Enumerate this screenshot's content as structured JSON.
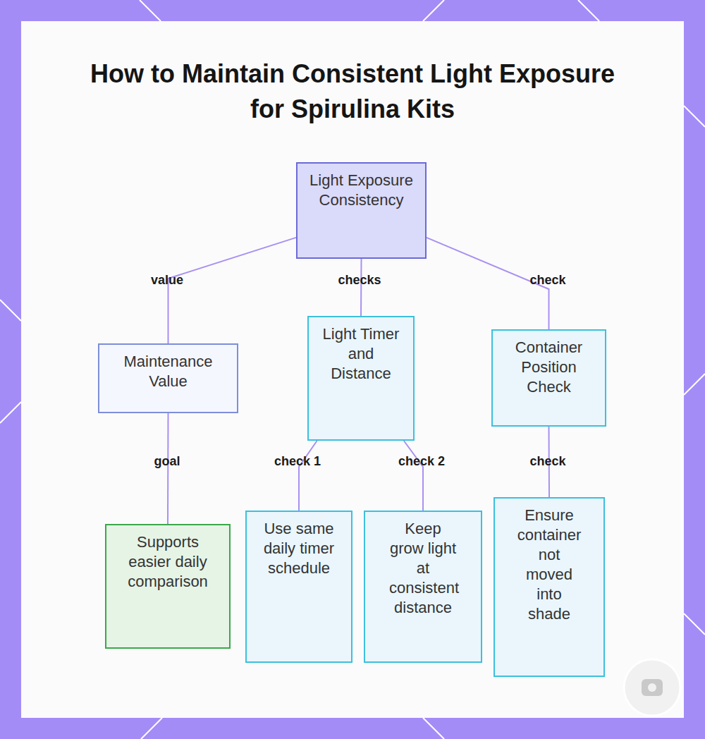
{
  "diagram": {
    "title": "How to Maintain Consistent Light Exposure for Spirulina Kits",
    "nodes": [
      {
        "text": [
          "Light Exposure Consistency"
        ]
      },
      {
        "text": [
          "Maintenance Value"
        ]
      },
      {
        "text": [
          "Light Timer and Distance"
        ]
      },
      {
        "text": [
          "Container Position Check"
        ]
      },
      {
        "text": [
          "Supports easier daily comparison"
        ]
      },
      {
        "text": [
          "Use same daily timer schedule"
        ]
      },
      {
        "text": [
          "Keep grow light at consistent distance"
        ]
      },
      {
        "text": [
          "Ensure container not moved into shade"
        ]
      }
    ],
    "edges": [
      {
        "from": 0,
        "to": 1,
        "label": "value",
        "arrow": "none"
      },
      {
        "from": 0,
        "to": 2,
        "label": "checks",
        "arrow": "none"
      },
      {
        "from": 0,
        "to": 3,
        "label": "check",
        "arrow": "none"
      },
      {
        "from": 1,
        "to": 4,
        "label": "goal",
        "arrow": "none"
      },
      {
        "from": 2,
        "to": 5,
        "label": "check 1",
        "arrow": "none"
      },
      {
        "from": 2,
        "to": 6,
        "label": "check 2",
        "arrow": "none"
      },
      {
        "from": 3,
        "to": 7,
        "label": "check",
        "arrow": "none"
      }
    ]
  }
}
